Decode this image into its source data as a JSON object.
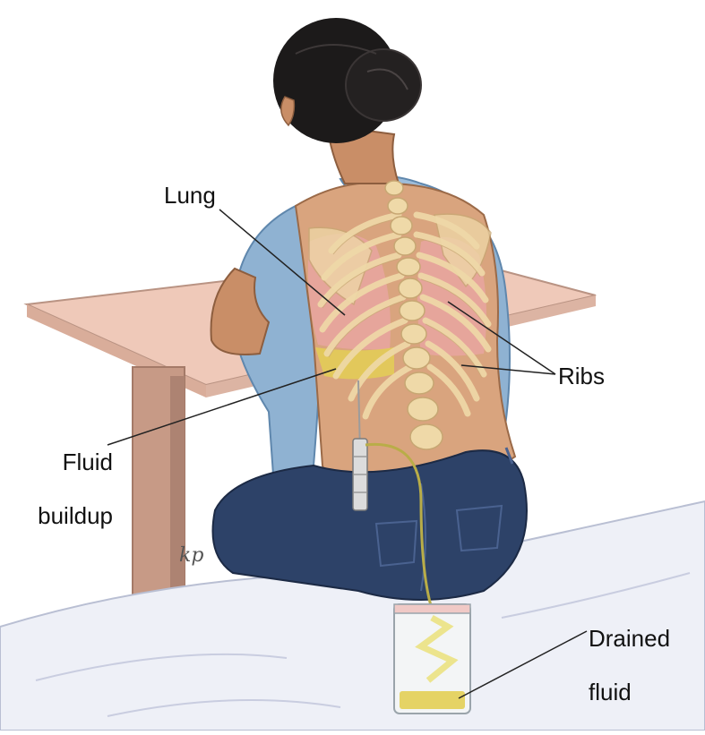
{
  "labels": {
    "lung": "Lung",
    "ribs": "Ribs",
    "fluid_line1": "Fluid",
    "fluid_line2": "buildup",
    "drained_line1": "Drained",
    "drained_line2": "fluid"
  },
  "signature": "kp",
  "colors": {
    "skin": "#d9a47e",
    "skin_shadow": "#b97d56",
    "bone": "#efd9a8",
    "lung": "#e9a5a6",
    "fluid": "#e3cf55",
    "gown": "#8fb2d2",
    "jeans": "#2d4268",
    "hair": "#1c1a1a",
    "table_top": "#efc9b9",
    "table_leg": "#c79a86",
    "bed": "#eef0f7",
    "tube": "#b9ad48"
  }
}
